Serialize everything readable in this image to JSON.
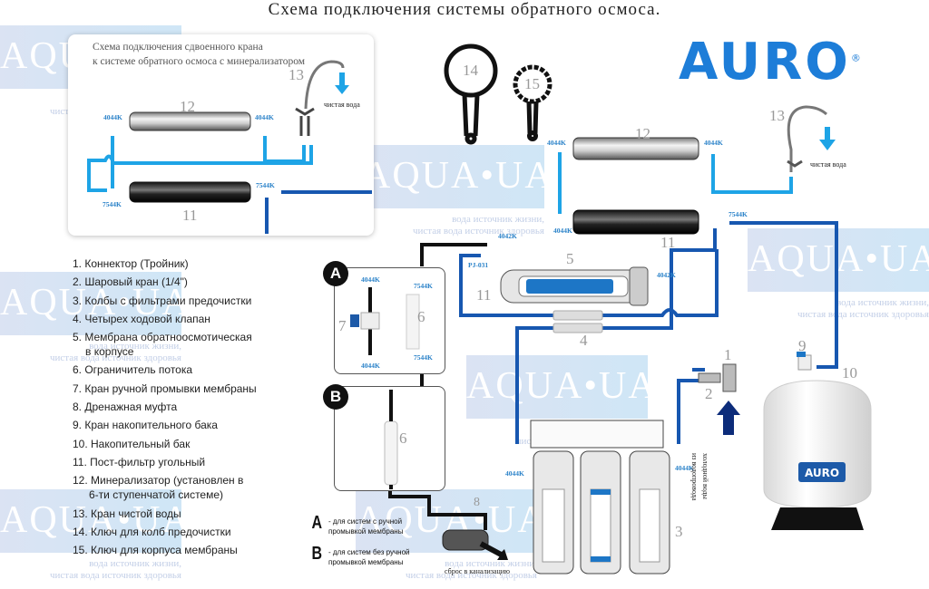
{
  "title": "Схема подключения системы обратного осмоса.",
  "brand": {
    "name": "AURO",
    "registered": "®",
    "color": "#1d7dd8"
  },
  "watermark": {
    "logo": "AQUA•UA",
    "line1": "вода источник жизни,",
    "line2": "чистая вода источник здоровья"
  },
  "inset": {
    "title_line1": "Схема подключения сдвоенного крана",
    "title_line2": "к системе обратного осмоса с минерализатором",
    "labels": {
      "n12": "12",
      "n11": "11",
      "n13": "13",
      "f1": "4044K",
      "f2": "4044K",
      "t1": "7544K",
      "t2": "7544K",
      "clean": "чистая вода"
    }
  },
  "legend": [
    "1. Коннектор (Тройник)",
    "2. Шаровый кран (1/4\")",
    "3. Колбы с фильтрами предочистки",
    "4. Четырех ходовой клапан",
    "5. Мембрана обратноосмотическая",
    "в корпусе",
    "6. Ограничитель потока",
    "7. Кран ручной промывки мембраны",
    "8. Дренажная муфта",
    "9. Кран накопительного бака",
    "10. Накопительный бак",
    "11. Пост-фильтр угольный",
    "12. Минерализатор (установлен в",
    "6-ти ступенчатой системе)",
    "13. Кран чистой воды",
    "14. Ключ для колб предочистки",
    "15. Ключ для корпуса мембраны"
  ],
  "diagram": {
    "numbers": {
      "n1": "1",
      "n2": "2",
      "n3": "3",
      "n4": "4",
      "n5": "5",
      "n6a": "6",
      "n6b": "6",
      "n7": "7",
      "n8": "8",
      "n9": "9",
      "n10": "10",
      "n11a": "11",
      "n11b": "11",
      "n12": "12",
      "n13": "13",
      "n14": "14",
      "n15": "15"
    },
    "fittings": {
      "a": "4042K",
      "b": "PJ-031",
      "c": "4042K",
      "d": "4044K",
      "e": "4044K",
      "f": "7544K",
      "g": "4044K",
      "h": "4044K",
      "ia": "4044K",
      "ib": "7544K",
      "ic": "7544K",
      "id": "4044K"
    },
    "clean_water": "чистая вода",
    "drain": "сброс в канализацию",
    "water_supply": "из водопровода",
    "water_supply2": "холодной воды",
    "box_a": "A",
    "box_b": "B"
  },
  "notes": [
    {
      "letter": "A",
      "text1": "- для систем с ручной",
      "text2": "промывкой мембраны"
    },
    {
      "letter": "B",
      "text1": "- для систем без ручной",
      "text2": "промывкой мембраны"
    }
  ],
  "colors": {
    "light_tube": "#1ea4e6",
    "dark_tube": "#1757b0",
    "black_tube": "#111111"
  }
}
